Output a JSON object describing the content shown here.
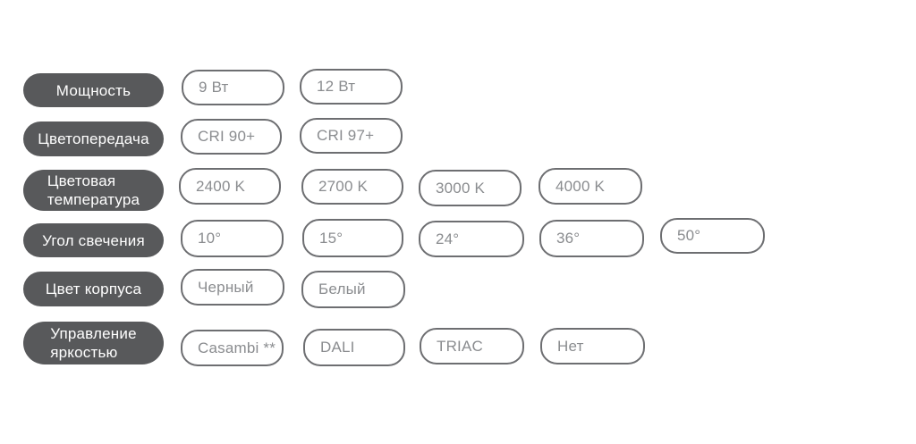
{
  "colors": {
    "label_background": "#58595b",
    "label_text": "#ffffff",
    "option_border": "#6d6e71",
    "option_text": "#8a8c8f",
    "page_background": "#ffffff"
  },
  "rows": [
    {
      "label": "Мощность",
      "options": [
        "9 Вт",
        "12 Вт"
      ]
    },
    {
      "label": "Цветопередача",
      "options": [
        "CRI 90+",
        "CRI 97+"
      ]
    },
    {
      "label": "Цветовая\nтемпература",
      "options": [
        "2400 K",
        "2700 K",
        "3000 K",
        "4000 K"
      ]
    },
    {
      "label": "Угол свечения",
      "options": [
        "10°",
        "15°",
        "24°",
        "36°",
        "50°"
      ]
    },
    {
      "label": "Цвет корпуса",
      "options": [
        "Черный",
        "Белый"
      ]
    },
    {
      "label": "Управление\nяркостью",
      "options": [
        "Casambi **",
        "DALI",
        "TRIAC",
        "Нет"
      ]
    }
  ]
}
